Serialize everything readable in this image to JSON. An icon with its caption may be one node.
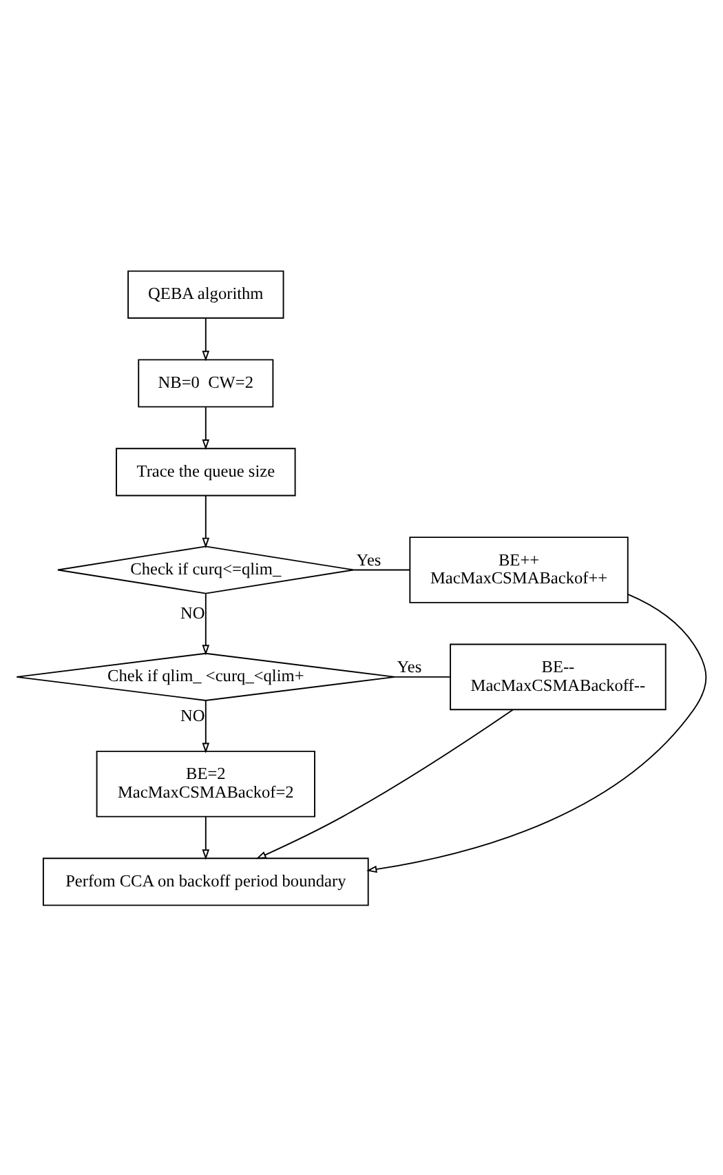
{
  "diagram": {
    "nodes": [
      {
        "text": [
          "QEBA algorithm"
        ]
      },
      {
        "text": [
          "NB=0  CW=2"
        ]
      },
      {
        "text": [
          "Trace the queue size"
        ]
      },
      {
        "text": [
          "Check if curq<=qlim_"
        ]
      },
      {
        "text": [
          "BE++",
          "MacMaxCSMABackof++"
        ]
      },
      {
        "text": [
          "Chek if qlim_ <curq_<qlim+"
        ]
      },
      {
        "text": [
          "BE--",
          "MacMaxCSMABackoff--"
        ]
      },
      {
        "text": [
          "BE=2",
          "MacMaxCSMABackof=2"
        ]
      },
      {
        "text": [
          "Perfom CCA on backoff period boundary"
        ]
      }
    ],
    "edges": [
      {
        "from": 0,
        "to": 1,
        "arrow": "to"
      },
      {
        "from": 1,
        "to": 2,
        "arrow": "to"
      },
      {
        "from": 2,
        "to": 3,
        "arrow": "to"
      },
      {
        "from": 3,
        "to": 4,
        "arrow": "none",
        "label": "Yes"
      },
      {
        "from": 3,
        "to": 5,
        "arrow": "to",
        "label": "NO"
      },
      {
        "from": 5,
        "to": 6,
        "arrow": "none",
        "label": "Yes"
      },
      {
        "from": 5,
        "to": 7,
        "arrow": "to",
        "label": "NO"
      },
      {
        "from": 7,
        "to": 8,
        "arrow": "to"
      },
      {
        "from": 4,
        "to": 8,
        "arrow": "to"
      },
      {
        "from": 6,
        "to": 8,
        "arrow": "to"
      }
    ]
  }
}
